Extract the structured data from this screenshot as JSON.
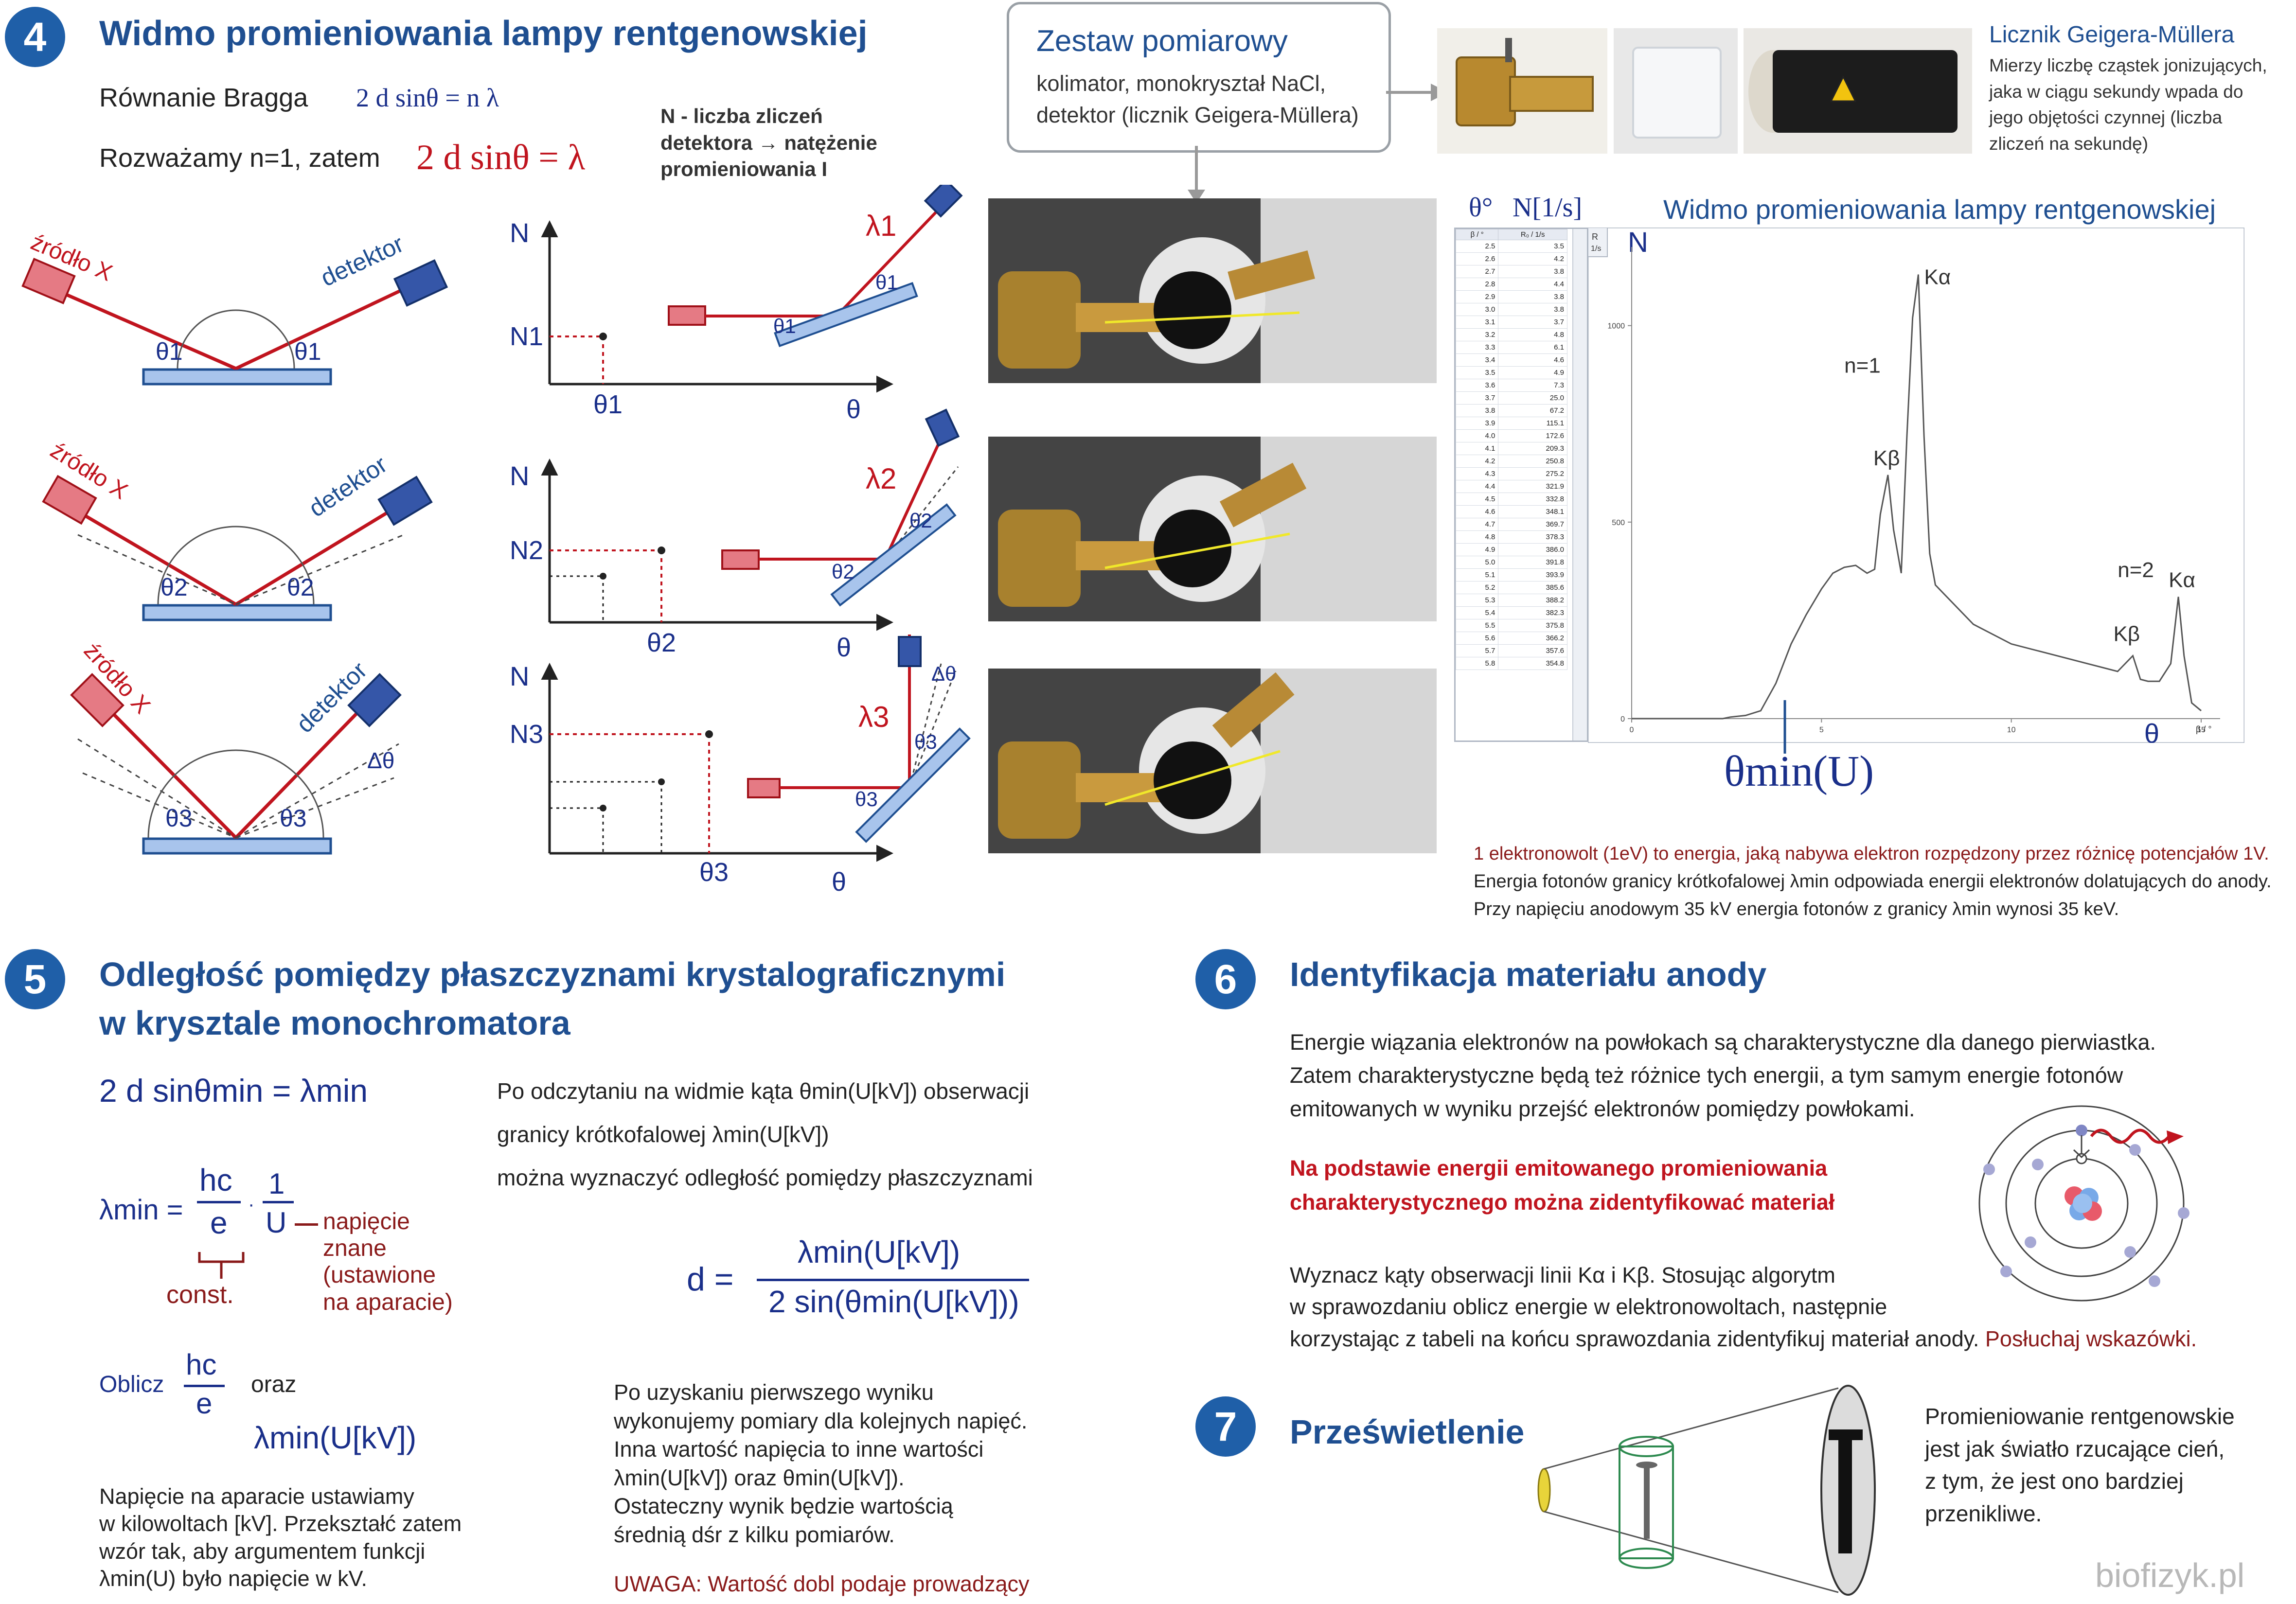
{
  "s4": {
    "num": "4",
    "title": "Widmo promieniowania lampy rentgenowskiej",
    "bragg_label": "Równanie Bragga",
    "bragg_eq": "2 d sinθ = n λ",
    "assume_prefix": "Rozważamy n=1, zatem",
    "assume_eq": "2 d sinθ = λ",
    "note_N": "N - liczba zliczeń",
    "note_detector": "detektora → natężenie",
    "note_intensity": "promieniowania I",
    "src_label": "źródło X",
    "det_label": "detektor",
    "theta1": "θ1",
    "theta2": "θ2",
    "theta3": "θ3",
    "dtheta": "Δθ",
    "N": "N",
    "N1": "N1",
    "N2": "N2",
    "N3": "N3",
    "theta": "θ",
    "lambda1": "λ1",
    "lambda2": "λ2",
    "lambda3": "λ3"
  },
  "setup": {
    "title": "Zestaw pomiarowy",
    "line1": "kolimator, monokryształ NaCl,",
    "line2": "detektor (licznik Geigera-Müllera)"
  },
  "gm": {
    "title": "Licznik Geigera-Müllera",
    "lines": [
      "Mierzy liczbę cząstek jonizujących,",
      "jaka w ciągu sekundy wpada do",
      "jego objętości czynnej (liczba",
      "zliczeń na sekundę)"
    ]
  },
  "spectrum": {
    "title": "Widmo promieniowania lampy rentgenowskiej",
    "col_theta": "θ°",
    "col_N": "N[1/s]",
    "table_head": [
      "β / °",
      "R₀ / 1/s"
    ],
    "table_rows": [
      [
        "2.5",
        "3.5"
      ],
      [
        "2.6",
        "4.2"
      ],
      [
        "2.7",
        "3.8"
      ],
      [
        "2.8",
        "4.4"
      ],
      [
        "2.9",
        "3.8"
      ],
      [
        "3.0",
        "3.8"
      ],
      [
        "3.1",
        "3.7"
      ],
      [
        "3.2",
        "4.8"
      ],
      [
        "3.3",
        "6.1"
      ],
      [
        "3.4",
        "4.6"
      ],
      [
        "3.5",
        "4.9"
      ],
      [
        "3.6",
        "7.3"
      ],
      [
        "3.7",
        "25.0"
      ],
      [
        "3.8",
        "67.2"
      ],
      [
        "3.9",
        "115.1"
      ],
      [
        "4.0",
        "172.6"
      ],
      [
        "4.1",
        "209.3"
      ],
      [
        "4.2",
        "250.8"
      ],
      [
        "4.3",
        "275.2"
      ],
      [
        "4.4",
        "321.9"
      ],
      [
        "4.5",
        "332.8"
      ],
      [
        "4.6",
        "348.1"
      ],
      [
        "4.7",
        "369.7"
      ],
      [
        "4.8",
        "378.3"
      ],
      [
        "4.9",
        "386.0"
      ],
      [
        "5.0",
        "391.8"
      ],
      [
        "5.1",
        "393.9"
      ],
      [
        "5.2",
        "385.6"
      ],
      [
        "5.3",
        "388.2"
      ],
      [
        "5.4",
        "382.3"
      ],
      [
        "5.5",
        "375.8"
      ],
      [
        "5.6",
        "366.2"
      ],
      [
        "5.7",
        "357.6"
      ],
      [
        "5.8",
        "354.8"
      ]
    ],
    "axis_R": "R",
    "axis_R_unit": "1/s",
    "axis_N": "N",
    "y_ticks": [
      "1000",
      "500",
      "0"
    ],
    "x_ticks": [
      "0",
      "5",
      "10",
      "15"
    ],
    "x_unit": "β / °",
    "x_theta": "θ",
    "Ka1": "Kα",
    "Kb1": "Kβ",
    "n1": "n=1",
    "n2": "n=2",
    "Ka2": "Kα",
    "Kb2": "Kβ",
    "theta_min": "θmin(U)"
  },
  "ev_note": {
    "line1": "1 elektronowolt (1eV) to energia, jaką nabywa elektron rozpędzony przez różnicę potencjałów 1V.",
    "line2": "Energia fotonów granicy krótkofalowej λmin odpowiada energii elektronów dolatujących do anody.",
    "line3": "Przy napięciu anodowym 35 kV energia fotonów z granicy λmin wynosi 35 keV."
  },
  "s5": {
    "num": "5",
    "title1": "Odległość pomiędzy płaszczyznami krystalograficznymi",
    "title2": "w krysztale monochromatora",
    "eq1": "2 d sinθmin = λmin",
    "lam_min": "λmin =",
    "hc": "hc",
    "e": "e",
    "one": "1",
    "U": "U",
    "napiecie": [
      "napięcie",
      "znane",
      "(ustawione",
      "na aparacie)"
    ],
    "const": "const.",
    "oblicz": "Oblicz",
    "oraz": "oraz",
    "lam_u": "λmin(U[kV])",
    "p1": [
      "Po odczytaniu na widmie kąta θmin(U[kV]) obserwacji",
      "granicy krótkofalowej λmin(U[kV])",
      "można wyznaczyć odległość pomiędzy płaszczyznami"
    ],
    "d_eq": "d =",
    "d_num": "λmin(U[kV])",
    "d_den": "2 sin(θmin(U[kV]))",
    "voltage_note": [
      "Napięcie na aparacie ustawiamy",
      "w kilowoltach [kV]. Przekształć zatem",
      "wzór tak, aby argumentem funkcji",
      "λmin(U)  było napięcie w kV."
    ],
    "repeat_note": [
      "Po uzyskaniu pierwszego wyniku",
      "wykonujemy pomiary dla kolejnych napięć.",
      "Inna wartość napięcia to inne wartości",
      "λmin(U[kV]) oraz θmin(U[kV]).",
      "Ostateczny wynik będzie wartością",
      "średnią dśr z kilku pomiarów."
    ],
    "uwaga": "UWAGA: Wartość dobl podaje prowadzący"
  },
  "s6": {
    "num": "6",
    "title": "Identyfikacja materiału anody",
    "p1": [
      "Energie wiązania elektronów na powłokach są charakterystyczne dla danego pierwiastka.",
      "Zatem charakterystyczne będą też różnice tych energii, a tym samym energie fotonów",
      "emitowanych w wyniku przejść elektronów pomiędzy powłokami."
    ],
    "bold1": "Na podstawie energii emitowanego promieniowania",
    "bold2": "charakterystycznego można zidentyfikować materiał",
    "p2a": "Wyznacz kąty obserwacji linii Kα i Kβ. Stosując algorytm",
    "p2b": "w sprawozdaniu oblicz energie w elektronowoltach, następnie",
    "p2c": "korzystając z tabeli na końcu sprawozdania zidentyfikuj materiał anody.",
    "p2d": "Posłuchaj wskazówki."
  },
  "s7": {
    "num": "7",
    "title": "Prześwietlenie",
    "lines": [
      "Promieniowanie rentgenowskie",
      "jest jak światło rzucające cień,",
      "z tym, że jest ono bardziej",
      "przenikliwe."
    ]
  },
  "watermark": "biofizyk.pl",
  "chart_data": {
    "type": "line",
    "title": "Widmo promieniowania lampy rentgenowskiej",
    "xlabel": "β / °",
    "ylabel": "R 1/s",
    "xlim": [
      0,
      15.5
    ],
    "ylim": [
      0,
      1200
    ],
    "series": [
      {
        "x": [
          0,
          2.4,
          2.6,
          3.0,
          3.4,
          3.8,
          4.2,
          4.6,
          5.0,
          5.3,
          5.6,
          5.9,
          6.2,
          6.4,
          6.55,
          6.75,
          6.9,
          7.1,
          7.25,
          7.4,
          7.55,
          7.7,
          7.85,
          8.0,
          8.5,
          9,
          10,
          11,
          12,
          12.8,
          13.2,
          13.4,
          13.6,
          13.9,
          14.2,
          14.4,
          14.55,
          14.75,
          15.0
        ],
        "y": [
          0,
          0,
          4,
          8,
          20,
          90,
          190,
          265,
          330,
          370,
          385,
          390,
          370,
          380,
          520,
          620,
          480,
          370,
          720,
          1020,
          1130,
          720,
          420,
          340,
          290,
          240,
          190,
          165,
          140,
          120,
          160,
          100,
          95,
          95,
          140,
          310,
          160,
          40,
          20
        ]
      }
    ]
  }
}
